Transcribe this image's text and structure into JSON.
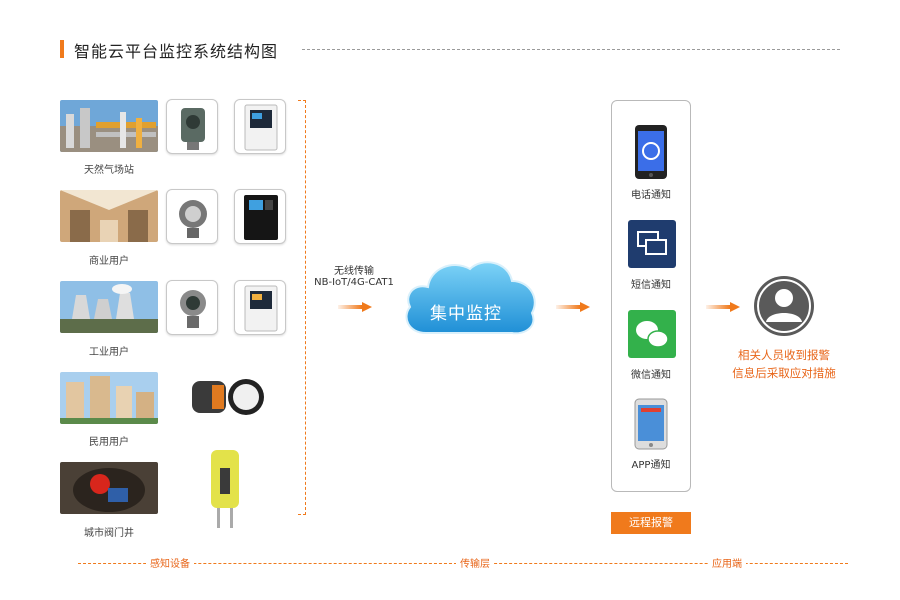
{
  "header": {
    "title": "智能云平台监控系统结构图"
  },
  "scenes": [
    {
      "label": "天然气场站"
    },
    {
      "label": "商业用户"
    },
    {
      "label": "工业用户"
    },
    {
      "label": "民用用户"
    },
    {
      "label": "城市阀门井"
    }
  ],
  "transport": {
    "line1": "无线传输",
    "line2": "NB-IoT/4G-CAT1"
  },
  "cloud": {
    "label": "集中监控"
  },
  "notifications": [
    {
      "label": "电话通知",
      "icon": "phone-call-icon"
    },
    {
      "label": "短信通知",
      "icon": "sms-icon"
    },
    {
      "label": "微信通知",
      "icon": "wechat-icon"
    },
    {
      "label": "APP通知",
      "icon": "app-icon"
    }
  ],
  "remote_alarm": {
    "label": "远程报警"
  },
  "result": {
    "line1": "相关人员收到报警",
    "line2": "信息后采取应对措施"
  },
  "footer": {
    "sensing": "感知设备",
    "transport": "传输层",
    "application": "应用端"
  },
  "colors": {
    "accent": "#f07a1c",
    "text_accent": "#e8661a",
    "cloud": "#2aa4e6",
    "sms_tile": "#1f3c6e",
    "wechat_tile": "#33b14b"
  }
}
